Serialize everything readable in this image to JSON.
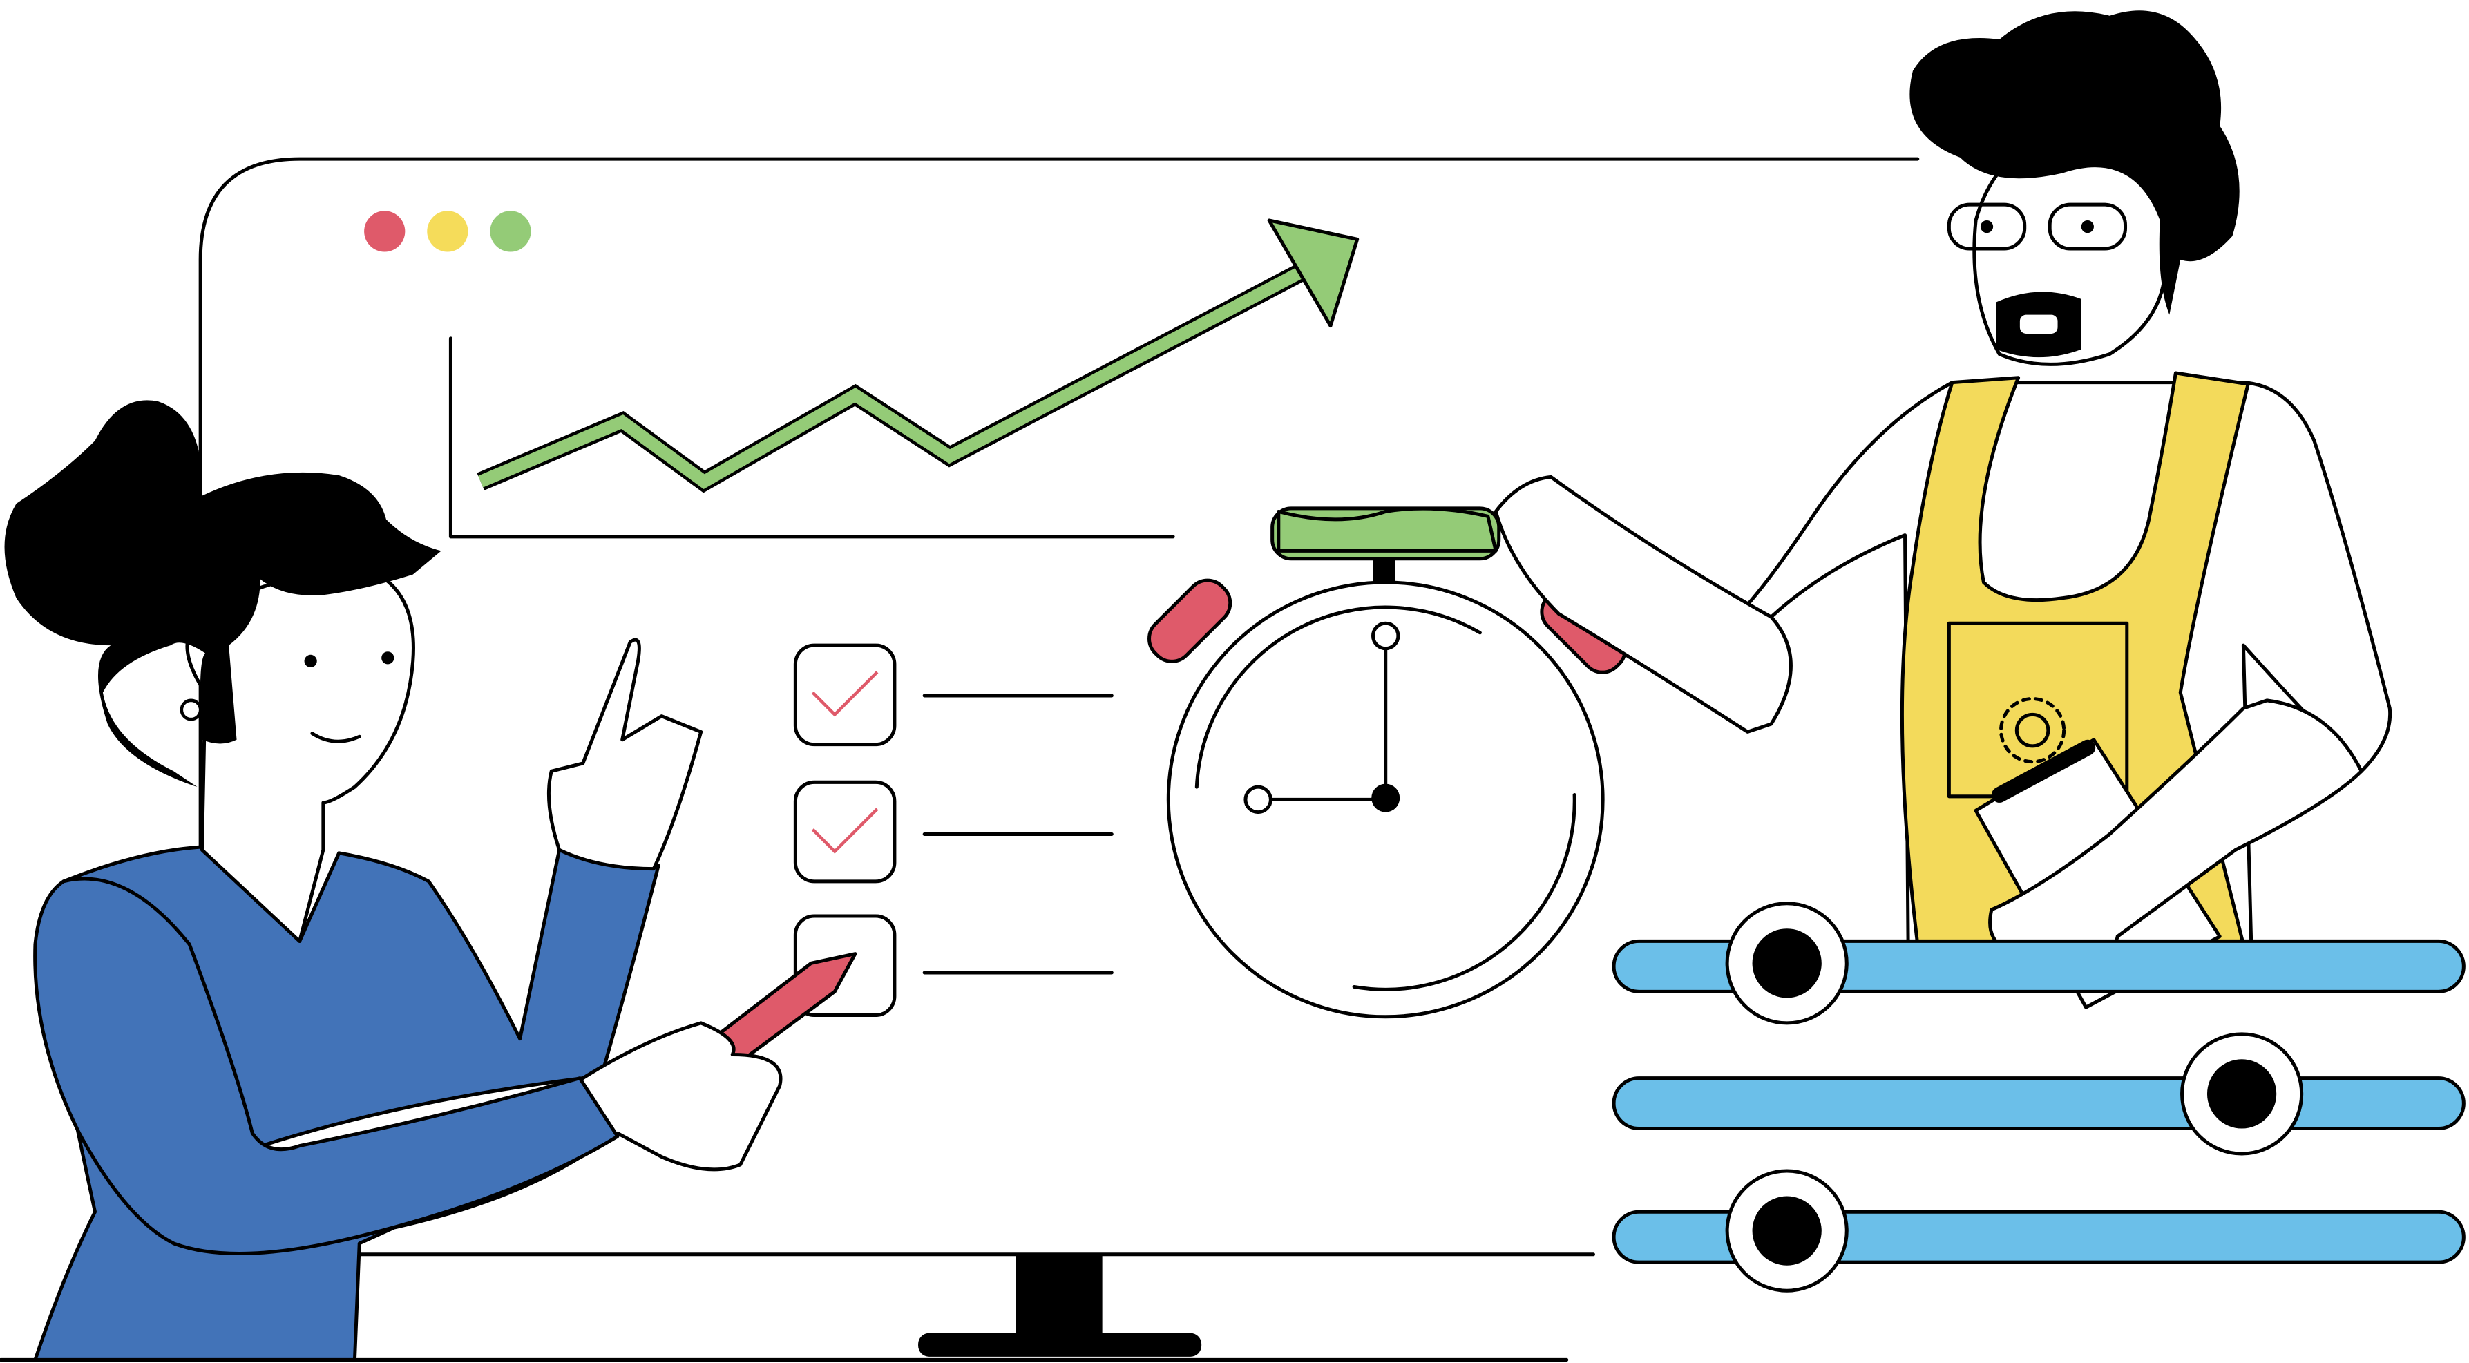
{
  "colors": {
    "red": "#df5a6a",
    "yellow": "#f5dc5a",
    "green": "#94cb77",
    "blue_shirt": "#4273b8",
    "slider_blue": "#6bbfe9",
    "apron_yellow": "#f3da5b",
    "ink": "#000000",
    "background": "#ffffff"
  },
  "checklist": {
    "checked": [
      true,
      true,
      false
    ]
  },
  "sliders": {
    "values": [
      0.2,
      0.74,
      0.2
    ]
  },
  "stopwatch": {
    "hour_hand": "9",
    "minute_hand": "12"
  }
}
